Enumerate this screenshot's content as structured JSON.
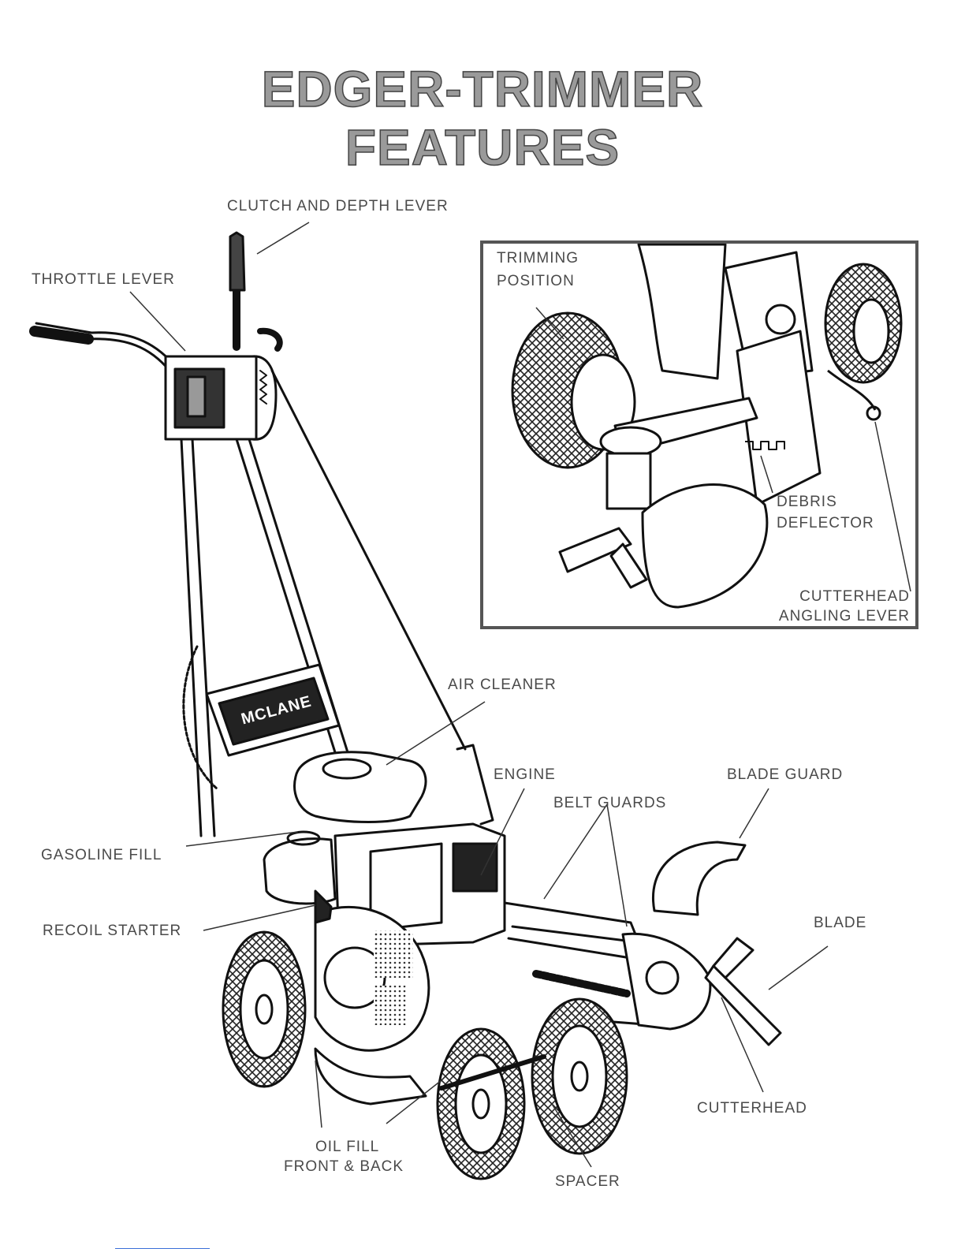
{
  "title": {
    "line1": "EDGER-TRIMMER",
    "line2": "FEATURES"
  },
  "labels": {
    "clutch_depth_lever": "CLUTCH AND DEPTH LEVER",
    "throttle_lever": "THROTTLE LEVER",
    "air_cleaner": "AIR CLEANER",
    "engine": "ENGINE",
    "blade_guard": "BLADE GUARD",
    "belt_guards": "BELT GUARDS",
    "gasoline_fill": "GASOLINE FILL",
    "recoil_starter": "RECOIL STARTER",
    "blade": "BLADE",
    "cutterhead": "CUTTERHEAD",
    "oil_fill_line1": "OIL FILL",
    "oil_fill_line2": "FRONT & BACK",
    "spacer": "SPACER"
  },
  "inset": {
    "trimming_line1": "TRIMMING",
    "trimming_line2": "POSITION",
    "debris_line1": "DEBRIS",
    "debris_line2": "DEFLECTOR",
    "angling_line1": "CUTTERHEAD",
    "angling_line2": "ANGLING LEVER"
  },
  "logo_text": "MCLANE"
}
